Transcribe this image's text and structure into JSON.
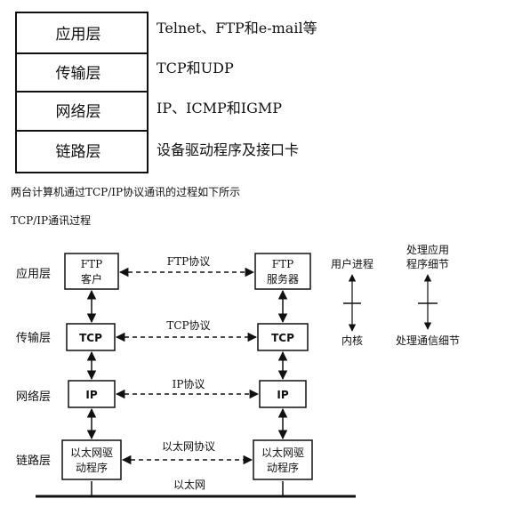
{
  "layer_table": {
    "rows": [
      {
        "layer": "应用层",
        "protocols": "Telnet、FTP和e-mail等"
      },
      {
        "layer": "传输层",
        "protocols": "TCP和UDP"
      },
      {
        "layer": "网络层",
        "protocols": "IP、ICMP和IGMP"
      },
      {
        "layer": "链路层",
        "protocols": "设备驱动程序及接口卡"
      }
    ]
  },
  "text": {
    "sentence": "两台计算机通过TCP/IP协议通讯的过程如下所示",
    "caption": "TCP/IP通讯过程"
  },
  "diagram": {
    "layers": [
      "应用层",
      "传输层",
      "网络层",
      "链路层"
    ],
    "left_stack": {
      "app_line1": "FTP",
      "app_line2": "客户",
      "transport": "TCP",
      "network": "IP",
      "link_line1": "以太网驱",
      "link_line2": "动程序"
    },
    "right_stack": {
      "app_line1": "FTP",
      "app_line2": "服务器",
      "transport": "TCP",
      "network": "IP",
      "link_line1": "以太网驱",
      "link_line2": "动程序"
    },
    "protocol_labels": [
      "FTP协议",
      "TCP协议",
      "IP协议",
      "以太网协议"
    ],
    "network_label": "以太网",
    "right_notes": {
      "user_process": "用户进程",
      "kernel": "内核",
      "app_detail_line1": "处理应用",
      "app_detail_line2": "程序细节",
      "comm_detail": "处理通信细节"
    }
  }
}
